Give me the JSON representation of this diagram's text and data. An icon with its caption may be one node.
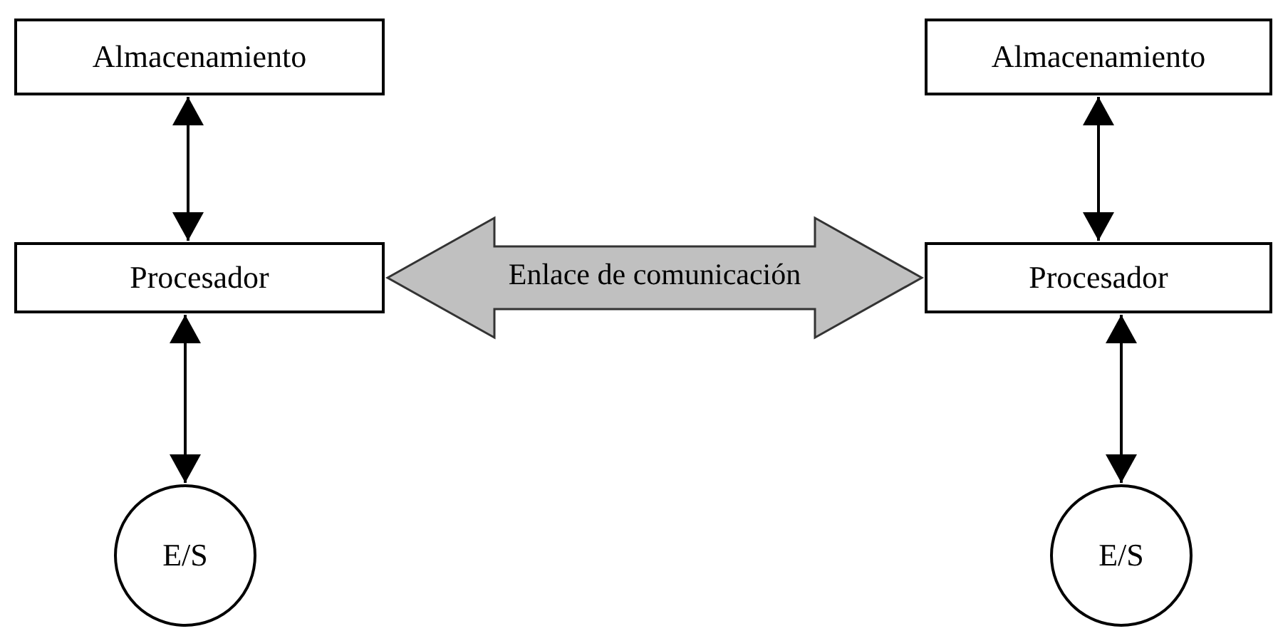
{
  "diagram": {
    "nodes": [
      {
        "text": [
          "Almacenamiento"
        ]
      },
      {
        "text": [
          "Procesador"
        ]
      },
      {
        "text": [
          "E/S"
        ]
      },
      {
        "text": [
          "Almacenamiento"
        ]
      },
      {
        "text": [
          "Procesador"
        ]
      },
      {
        "text": [
          "E/S"
        ]
      }
    ],
    "edges": [
      {
        "from": 0,
        "to": 1,
        "arrow": "both"
      },
      {
        "from": 1,
        "to": 2,
        "arrow": "both"
      },
      {
        "from": 1,
        "to": 4,
        "arrow": "both",
        "label": "Enlace de comunicación",
        "style": "thick"
      },
      {
        "from": 3,
        "to": 4,
        "arrow": "both"
      },
      {
        "from": 4,
        "to": 5,
        "arrow": "both"
      }
    ]
  }
}
